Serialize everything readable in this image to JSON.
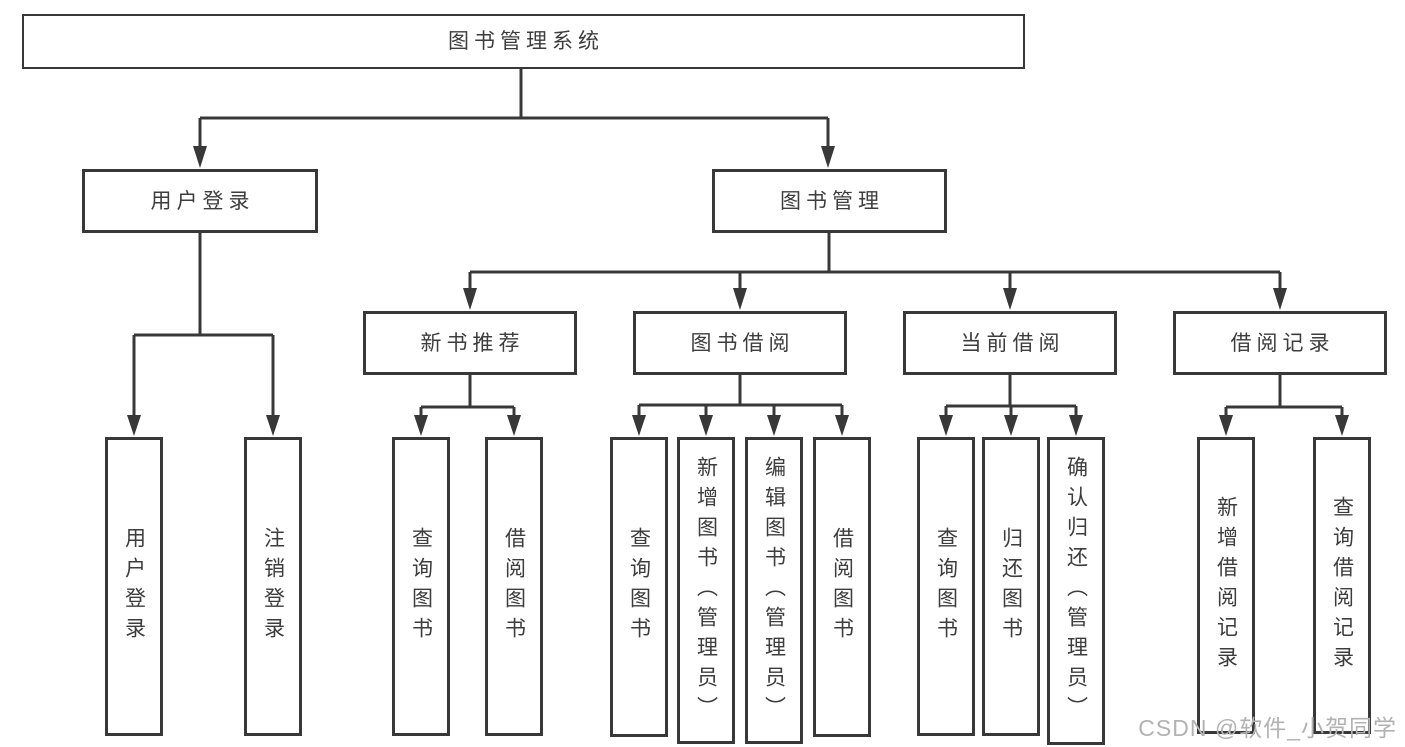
{
  "diagram": {
    "title_node": {
      "label": "图书管理系统"
    },
    "level2": [
      {
        "label": "用户登录"
      },
      {
        "label": "图书管理"
      }
    ],
    "level3": [
      {
        "label": "新书推荐",
        "parent": "图书管理"
      },
      {
        "label": "图书借阅",
        "parent": "图书管理"
      },
      {
        "label": "当前借阅",
        "parent": "图书管理"
      },
      {
        "label": "借阅记录",
        "parent": "图书管理"
      }
    ],
    "leaves": [
      {
        "label": "用户登录",
        "parent": "用户登录"
      },
      {
        "label": "注销登录",
        "parent": "用户登录"
      },
      {
        "label": "查询图书",
        "parent": "新书推荐"
      },
      {
        "label": "借阅图书",
        "parent": "新书推荐"
      },
      {
        "label": "查询图书",
        "parent": "图书借阅"
      },
      {
        "label": "新增图书（管理员）",
        "parent": "图书借阅"
      },
      {
        "label": "编辑图书（管理员）",
        "parent": "图书借阅"
      },
      {
        "label": "借阅图书",
        "parent": "图书借阅"
      },
      {
        "label": "查询图书",
        "parent": "当前借阅"
      },
      {
        "label": "归还图书",
        "parent": "当前借阅"
      },
      {
        "label": "确认归还（管理员）",
        "parent": "当前借阅"
      },
      {
        "label": "新增借阅记录",
        "parent": "借阅记录"
      },
      {
        "label": "查询借阅记录",
        "parent": "借阅记录"
      }
    ]
  },
  "watermark": {
    "text": "CSDN @软件_小贺同学"
  },
  "colors": {
    "line": "#383838",
    "text": "#3d3d3d",
    "box_background": "#ffffff",
    "watermark": "#b2b2b2",
    "page_background": "#ffffff"
  }
}
